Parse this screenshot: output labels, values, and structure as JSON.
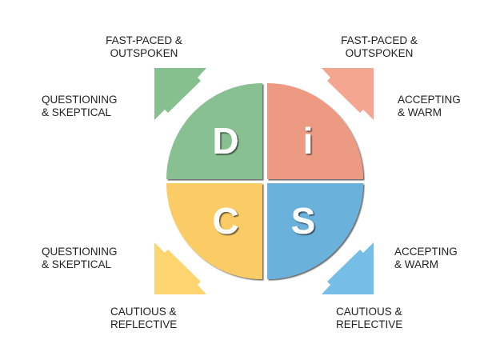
{
  "colors": {
    "d": "#88c091",
    "i": "#ec9a82",
    "c": "#fbcb66",
    "s": "#6ab1dc",
    "arrow_d": "#86c08e",
    "arrow_i": "#f4a690",
    "arrow_c": "#fcd570",
    "arrow_s": "#76bde8"
  },
  "quadrants": [
    {
      "letter": "D"
    },
    {
      "letter": "i"
    },
    {
      "letter": "C"
    },
    {
      "letter": "S"
    }
  ],
  "labels": {
    "top_left_1": "FAST-PACED &",
    "top_left_2": "OUTSPOKEN",
    "top_right_1": "FAST-PACED &",
    "top_right_2": "OUTSPOKEN",
    "left_upper_1": "QUESTIONING",
    "left_upper_2": "& SKEPTICAL",
    "right_upper_1": "ACCEPTING",
    "right_upper_2": "& WARM",
    "left_lower_1": "QUESTIONING",
    "left_lower_2": "& SKEPTICAL",
    "right_lower_1": "ACCEPTING",
    "right_lower_2": "& WARM",
    "bottom_left_1": "CAUTIOUS &",
    "bottom_left_2": "REFLECTIVE",
    "bottom_right_1": "CAUTIOUS &",
    "bottom_right_2": "REFLECTIVE"
  }
}
